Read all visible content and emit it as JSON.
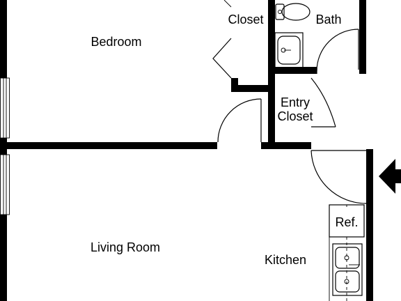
{
  "rooms": {
    "bedroom": "Bedroom",
    "closet": "Closet",
    "bath": "Bath",
    "entry_closet_line1": "Entry",
    "entry_closet_line2": "Closet",
    "living_room": "Living Room",
    "kitchen": "Kitchen",
    "refrigerator": "Ref."
  },
  "icons": {
    "entry_marker": "entry-arrow-icon",
    "toilet": "toilet-icon",
    "sink": "sink-icon",
    "double_sink": "double-sink-icon"
  },
  "colors": {
    "wall": "#000000",
    "background": "#ffffff"
  }
}
